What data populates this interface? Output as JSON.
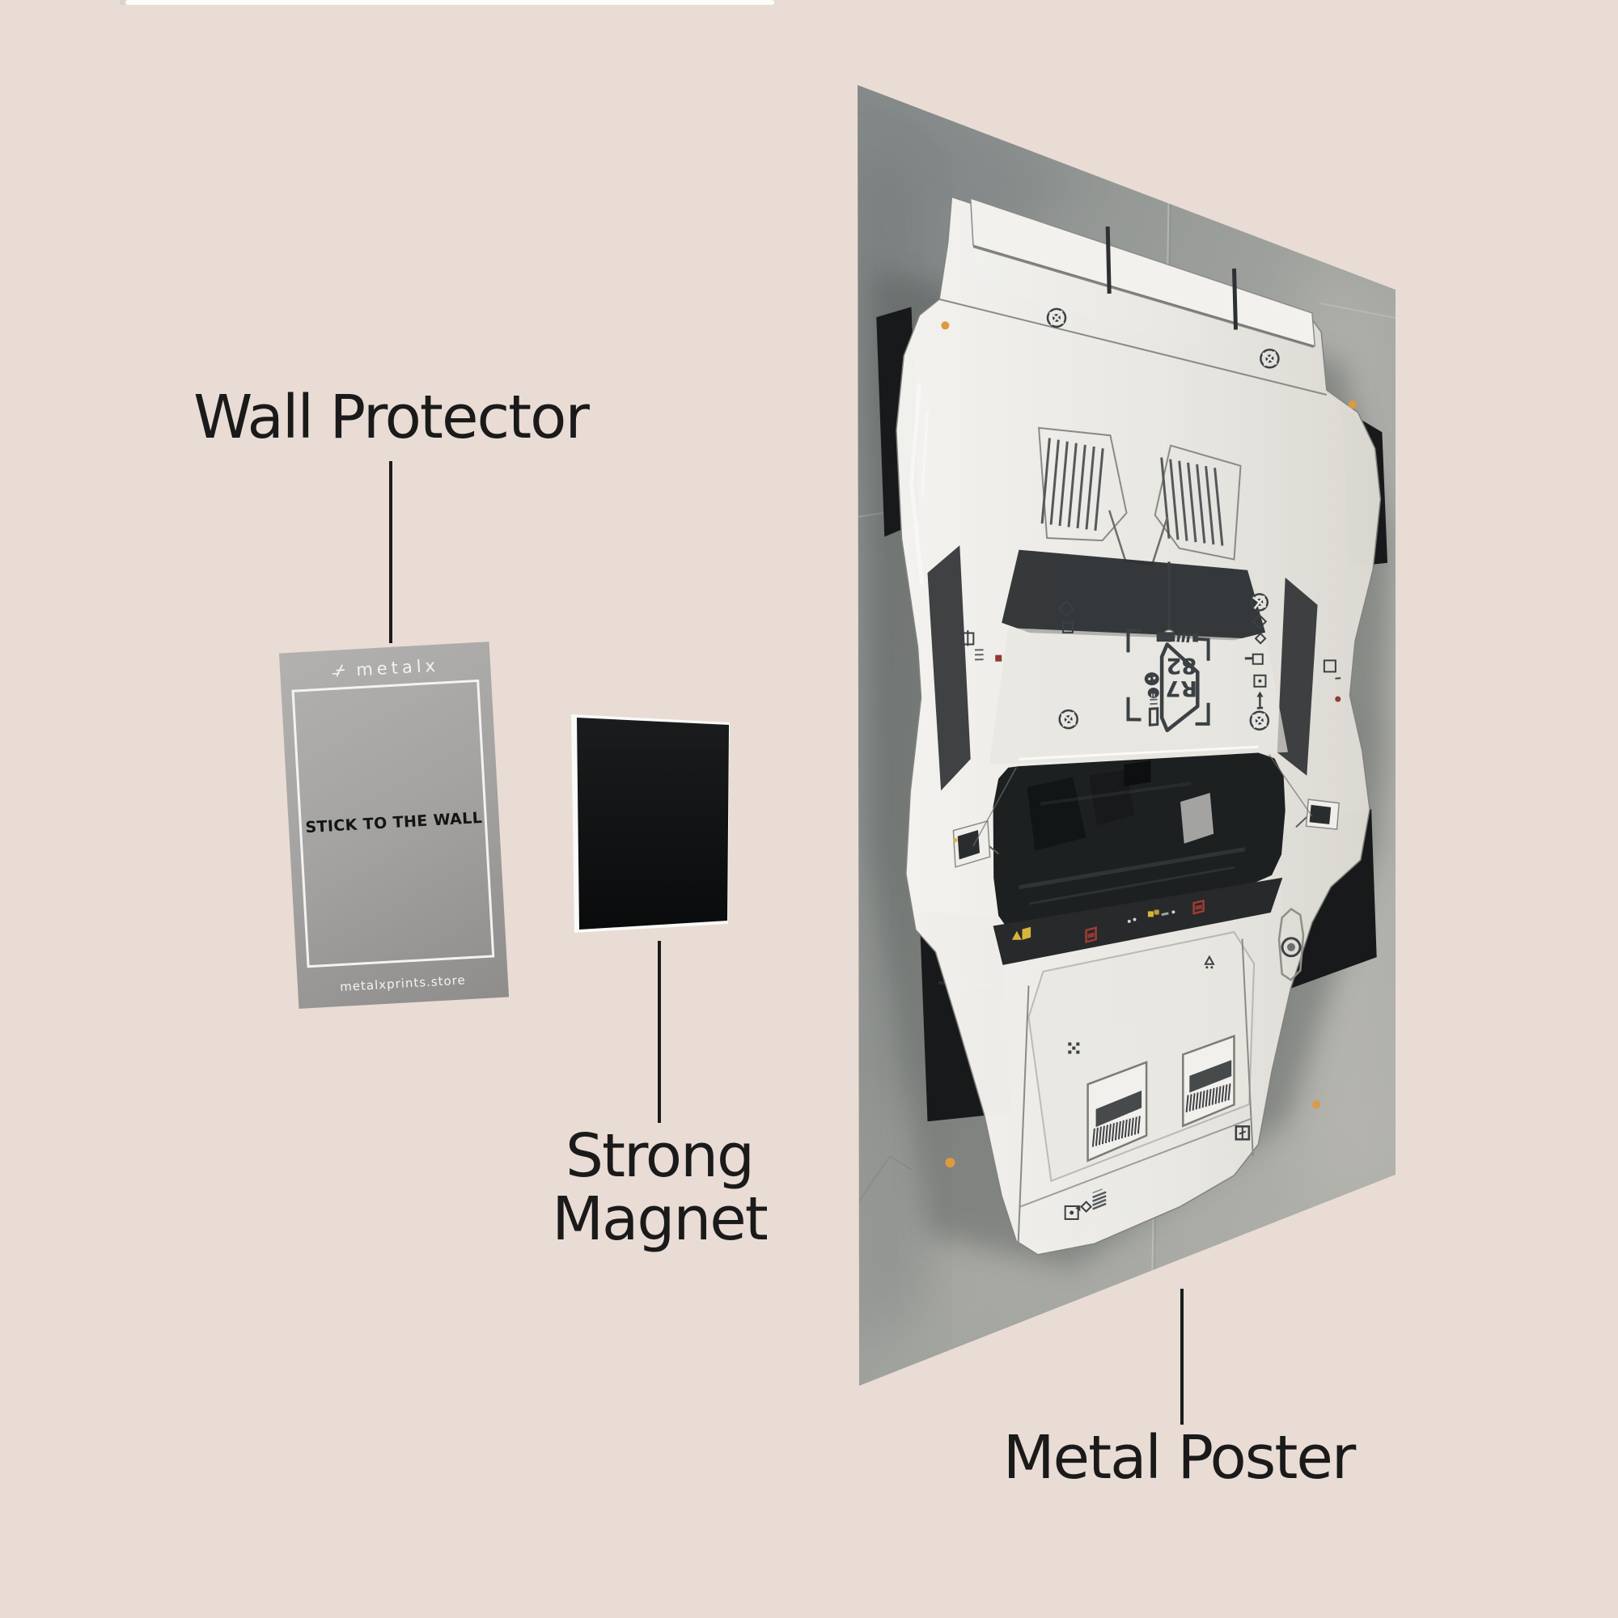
{
  "background_color": "#e9dcd4",
  "top_strip_color": "#fcfcfa",
  "label_text_color": "#1a1a1a",
  "pointer_line_color": "#1b1b1b",
  "labels": {
    "wall_protector": "Wall Protector",
    "strong_magnet_line1": "Strong",
    "strong_magnet_line2": "Magnet",
    "metal_poster": "Metal Poster"
  },
  "wall_protector_card": {
    "brand": "metalx",
    "center_text": "STICK TO THE WALL",
    "website": "metalxprints.store",
    "card_color": "#a3a2a0",
    "frame_color": "#f3f3f1"
  },
  "magnet": {
    "color": "#121314",
    "backing_color": "#fafaf8"
  },
  "poster": {
    "subject": "white top-down concept car on concrete",
    "concrete_color": "#9b9d9a",
    "car_body_color": "#edece8",
    "glass_color": "#1d2021",
    "accent_amber": "#dd9a3f",
    "accent_red": "#a03c34",
    "accent_yellow": "#d8b43c",
    "marking_dark": "#3a4043",
    "plate_marking_line1": "R7",
    "plate_marking_line2": "82"
  }
}
